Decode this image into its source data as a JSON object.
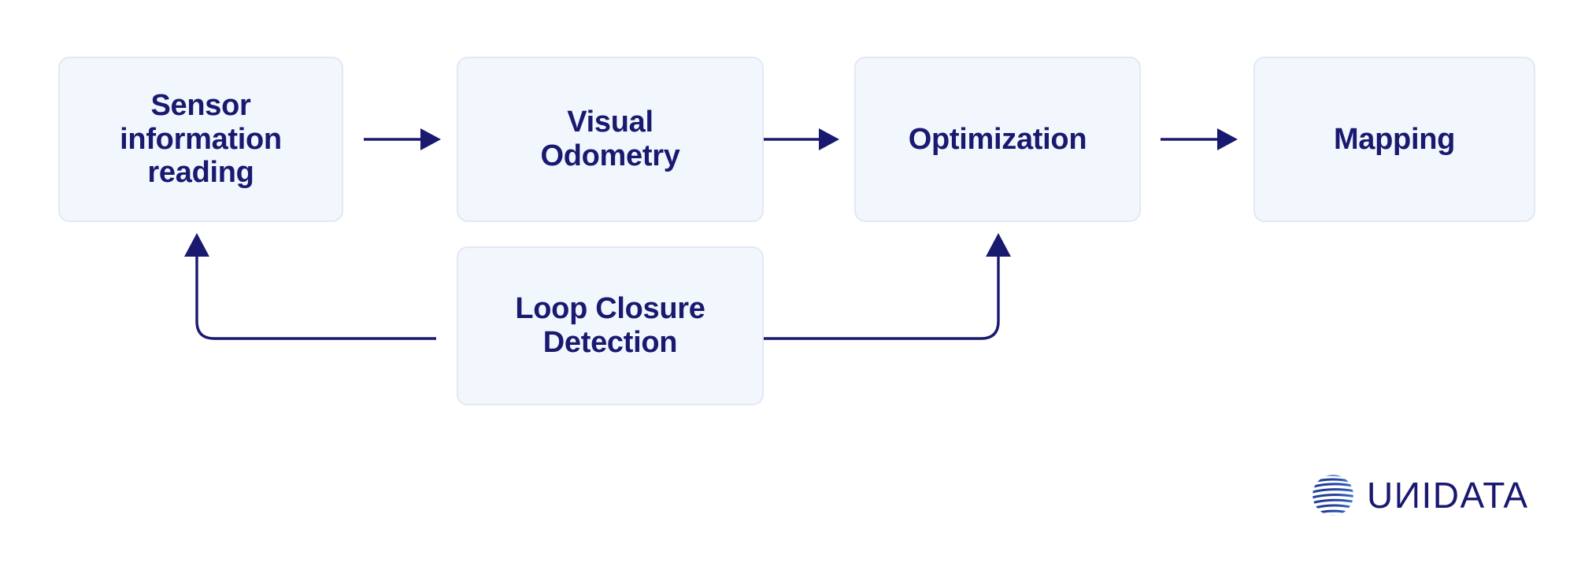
{
  "diagram": {
    "title": "SLAM pipeline flow diagram",
    "colors": {
      "node_fill": "#f2f7fd",
      "node_border": "#e3e8f3",
      "text": "#191970",
      "connector": "#191970",
      "background": "#ffffff"
    },
    "nodes": [
      {
        "id": "sensor",
        "label": "Sensor\ninformation\nreading"
      },
      {
        "id": "odometry",
        "label": "Visual\nOdometry"
      },
      {
        "id": "optimization",
        "label": "Optimization"
      },
      {
        "id": "mapping",
        "label": "Mapping"
      },
      {
        "id": "loop",
        "label": "Loop Closure\nDetection"
      }
    ],
    "connectors": [
      {
        "id": "sensor-to-odometry",
        "from": "sensor",
        "to": "odometry",
        "style": "straight-arrow",
        "direction": "right"
      },
      {
        "id": "odometry-to-optimization",
        "from": "odometry",
        "to": "optimization",
        "style": "straight-arrow",
        "direction": "right"
      },
      {
        "id": "optimization-to-mapping",
        "from": "optimization",
        "to": "mapping",
        "style": "straight-arrow",
        "direction": "right"
      },
      {
        "id": "loop-to-sensor",
        "from": "loop",
        "to": "sensor",
        "style": "elbow-arrow",
        "direction": "up-left"
      },
      {
        "id": "loop-to-optimization",
        "from": "loop",
        "to": "optimization",
        "style": "elbow-arrow",
        "direction": "up-right"
      }
    ]
  },
  "brand": {
    "name_prefix": "U",
    "name_flipped_letter": "N",
    "name_suffix": "IDATA",
    "full_name": "UNIDATA",
    "mark_colors": [
      "#1a1f71",
      "#2b56b8",
      "#4f8fe0",
      "#8fc0f0"
    ]
  }
}
